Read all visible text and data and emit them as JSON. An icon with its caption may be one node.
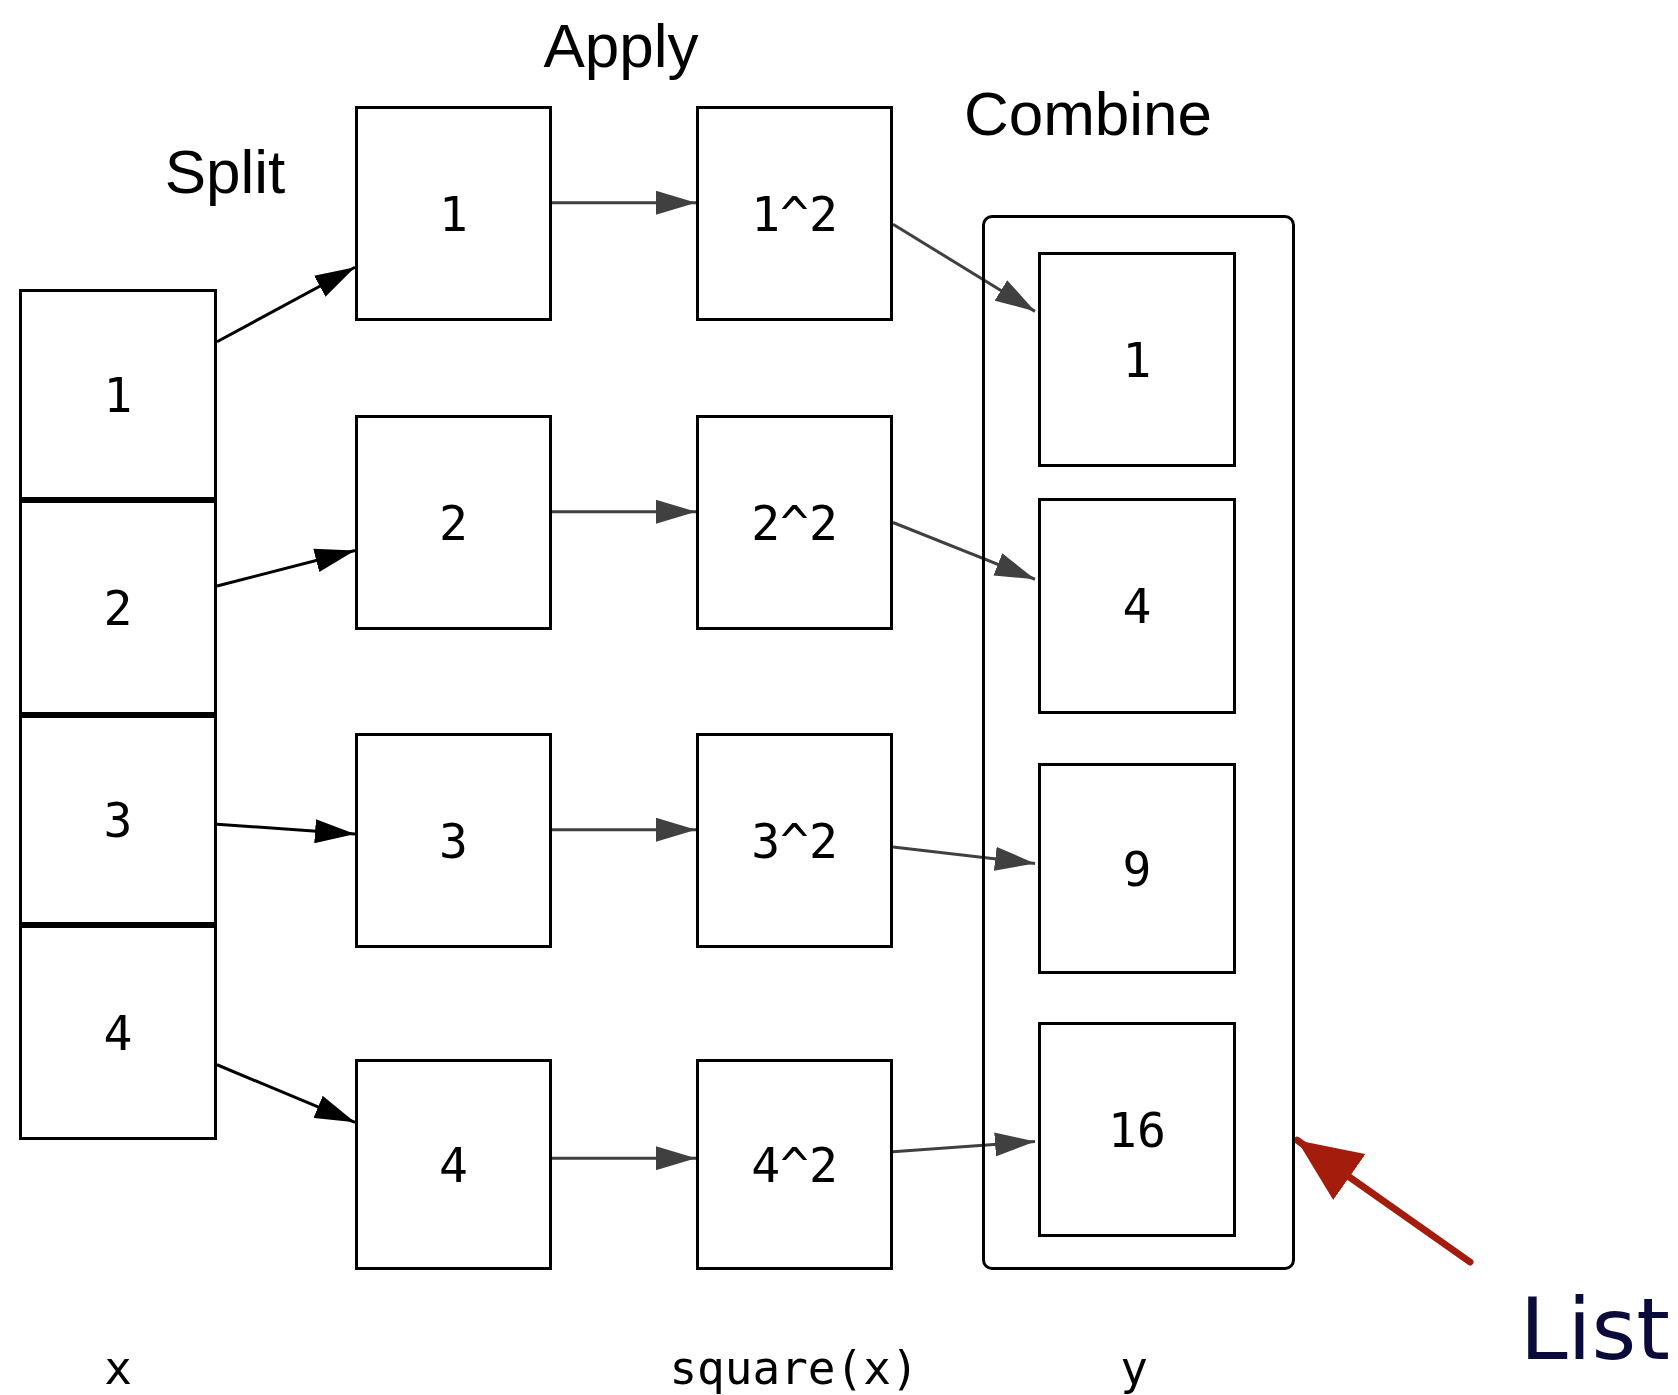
{
  "diagram": {
    "nodes": [
      {
        "text": [
          "1"
        ]
      },
      {
        "text": [
          "2"
        ]
      },
      {
        "text": [
          "3"
        ]
      },
      {
        "text": [
          "4"
        ]
      },
      {
        "text": [
          "1"
        ]
      },
      {
        "text": [
          "2"
        ]
      },
      {
        "text": [
          "3"
        ]
      },
      {
        "text": [
          "4"
        ]
      },
      {
        "text": [
          "1^2"
        ]
      },
      {
        "text": [
          "2^2"
        ]
      },
      {
        "text": [
          "3^2"
        ]
      },
      {
        "text": [
          "4^2"
        ]
      },
      {
        "text": [],
        "shape": "box"
      },
      {
        "text": [
          "1"
        ],
        "in": 12
      },
      {
        "text": [
          "4"
        ],
        "in": 12
      },
      {
        "text": [
          "9"
        ],
        "in": 12
      },
      {
        "text": [
          "16"
        ],
        "in": 12
      },
      {
        "text": [
          "List"
        ]
      }
    ],
    "edges": [
      {
        "from": 0,
        "to": 4,
        "arrow": "to",
        "color": "#000000"
      },
      {
        "from": 1,
        "to": 5,
        "arrow": "to",
        "color": "#000000"
      },
      {
        "from": 2,
        "to": 6,
        "arrow": "to",
        "color": "#000000"
      },
      {
        "from": 3,
        "to": 7,
        "arrow": "to",
        "color": "#000000"
      },
      {
        "from": 4,
        "to": 8,
        "arrow": "to"
      },
      {
        "from": 5,
        "to": 9,
        "arrow": "to"
      },
      {
        "from": 6,
        "to": 10,
        "arrow": "to"
      },
      {
        "from": 7,
        "to": 11,
        "arrow": "to"
      },
      {
        "from": 8,
        "to": 13,
        "arrow": "to"
      },
      {
        "from": 9,
        "to": 14,
        "arrow": "to"
      },
      {
        "from": 10,
        "to": 15,
        "arrow": "to"
      },
      {
        "from": 11,
        "to": 16,
        "arrow": "to"
      },
      {
        "from": 17,
        "to": 12,
        "arrow": "to",
        "style": "thick",
        "color": "#a31c0c"
      }
    ],
    "labels": [
      "Apply",
      "Combine",
      "Split",
      "x",
      "square(x)",
      "y"
    ]
  }
}
